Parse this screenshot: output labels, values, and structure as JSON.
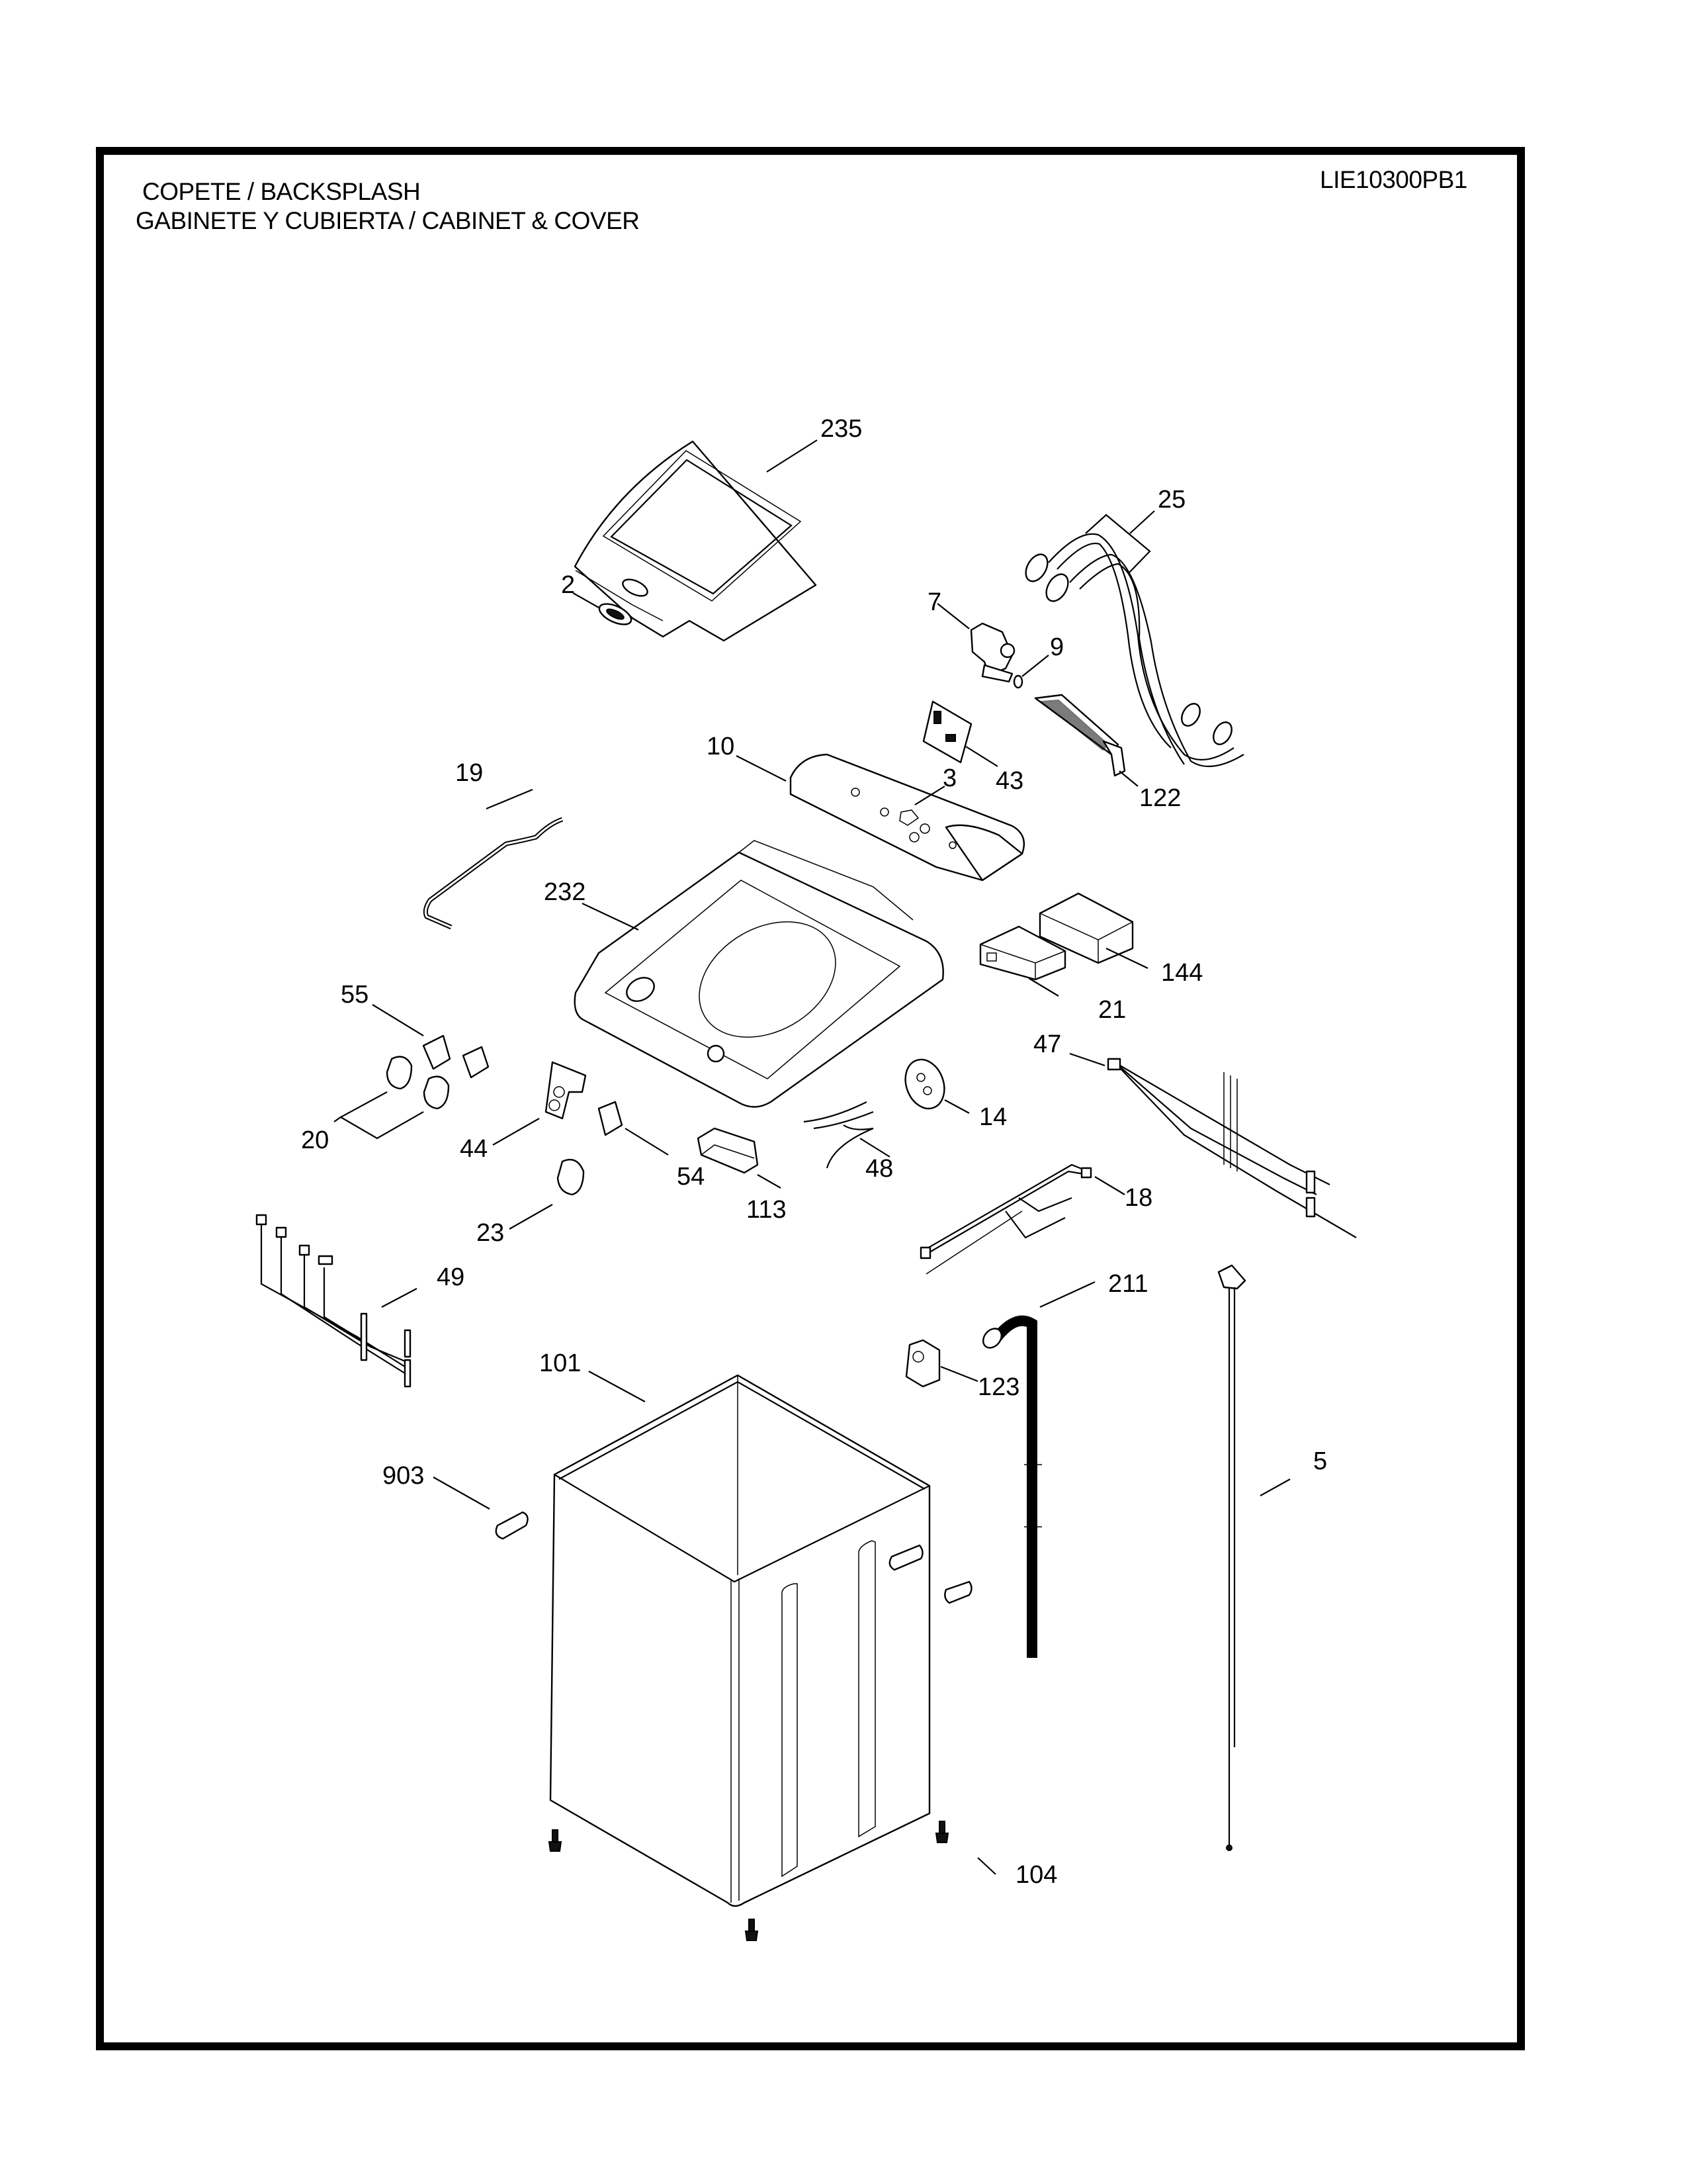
{
  "header": {
    "title_line1": "COPETE / BACKSPLASH",
    "title_line2": "GABINETE Y CUBIERTA / CABINET & COVER",
    "model_number": "LIE10300PB1"
  },
  "callouts": {
    "c235": "235",
    "c2": "2",
    "c25": "25",
    "c7": "7",
    "c9": "9",
    "c10": "10",
    "c3": "3",
    "c43": "43",
    "c122": "122",
    "c19": "19",
    "c232": "232",
    "c144": "144",
    "c21": "21",
    "c55": "55",
    "c47": "47",
    "c14": "14",
    "c20": "20",
    "c44": "44",
    "c54": "54",
    "c113": "113",
    "c48": "48",
    "c18": "18",
    "c23": "23",
    "c49": "49",
    "c211": "211",
    "c101": "101",
    "c123": "123",
    "c903": "903",
    "c5": "5",
    "c104": "104"
  },
  "parts": [
    {
      "ref": "235",
      "part": "backsplash-cover"
    },
    {
      "ref": "2",
      "part": "badge"
    },
    {
      "ref": "25",
      "part": "inlet-hoses"
    },
    {
      "ref": "7",
      "part": "water-valve"
    },
    {
      "ref": "9",
      "part": "hose-clamp"
    },
    {
      "ref": "10",
      "part": "console-panel"
    },
    {
      "ref": "3",
      "part": "console-lens"
    },
    {
      "ref": "43",
      "part": "control-board"
    },
    {
      "ref": "122",
      "part": "fill-hose"
    },
    {
      "ref": "19",
      "part": "lid-rod"
    },
    {
      "ref": "232",
      "part": "top-cover"
    },
    {
      "ref": "144",
      "part": "dispenser-housing"
    },
    {
      "ref": "21",
      "part": "dispenser-drawer"
    },
    {
      "ref": "55",
      "part": "switches"
    },
    {
      "ref": "47",
      "part": "wire-harness"
    },
    {
      "ref": "14",
      "part": "pressure-switch"
    },
    {
      "ref": "20",
      "part": "knobs"
    },
    {
      "ref": "44",
      "part": "switch-board"
    },
    {
      "ref": "54",
      "part": "switch"
    },
    {
      "ref": "113",
      "part": "lid-lock"
    },
    {
      "ref": "48",
      "part": "wire-lead"
    },
    {
      "ref": "18",
      "part": "wire-harness-upper"
    },
    {
      "ref": "23",
      "part": "knob"
    },
    {
      "ref": "49",
      "part": "wire-harness-lower"
    },
    {
      "ref": "211",
      "part": "drain-hose"
    },
    {
      "ref": "101",
      "part": "cabinet"
    },
    {
      "ref": "123",
      "part": "hose-holder"
    },
    {
      "ref": "903",
      "part": "plug"
    },
    {
      "ref": "5",
      "part": "power-cord"
    },
    {
      "ref": "104",
      "part": "leveling-legs"
    }
  ]
}
